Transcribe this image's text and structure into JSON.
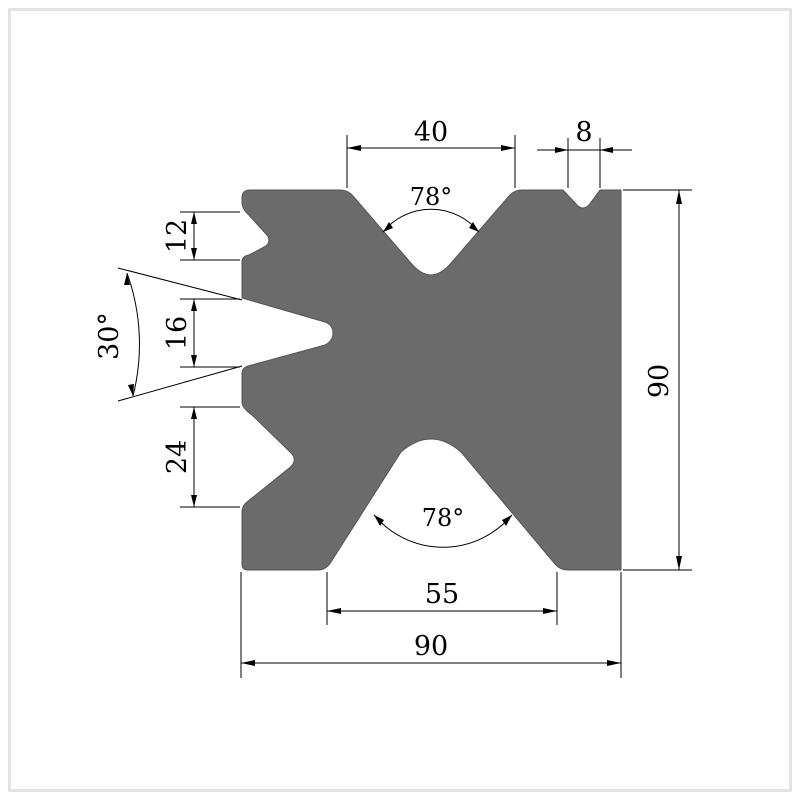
{
  "colors": {
    "background": "#ffffff",
    "border": "#e3e3e3",
    "profile_fill": "#6b6b6b",
    "lines": "#000000"
  },
  "dimensions": {
    "top_v_opening": "40",
    "small_groove_width": "8",
    "top_v_angle": "78°",
    "bottom_v_angle": "78°",
    "bottom_v_opening": "55",
    "overall_width": "90",
    "overall_height": "90",
    "side_groove_upper": "12",
    "side_groove_middle": "16",
    "side_groove_lower": "24",
    "side_groove_angle": "30°"
  }
}
